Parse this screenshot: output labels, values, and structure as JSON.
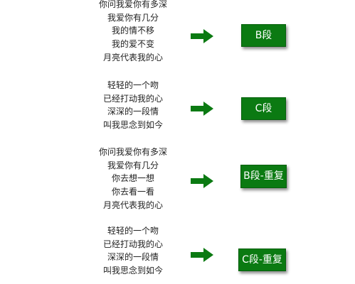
{
  "groups": [
    {
      "lines": [
        "你问我爱你有多深",
        "我爱你有几分",
        "我的情不移",
        "我的爱不变",
        "月亮代表我的心"
      ],
      "label": "B段"
    },
    {
      "lines": [
        "轻轻的一个吻",
        "已经打动我的心",
        "深深的一段情",
        "叫我思念到如今"
      ],
      "label": "C段"
    },
    {
      "lines": [
        "你问我爱你有多深",
        "我爱你有几分",
        "你去想一想",
        "你去看一看",
        "月亮代表我的心"
      ],
      "label": "B段-重复"
    },
    {
      "lines": [
        "轻轻的一个吻",
        "已经打动我的心",
        "深深的一段情",
        "叫我思念到如今"
      ],
      "label": "C段-重复"
    }
  ],
  "colors": {
    "box": "#0b7a12",
    "arrow": "#0b7a12",
    "box_text": "#ffffff"
  },
  "icons": {
    "arrow": "arrow-right-icon"
  }
}
